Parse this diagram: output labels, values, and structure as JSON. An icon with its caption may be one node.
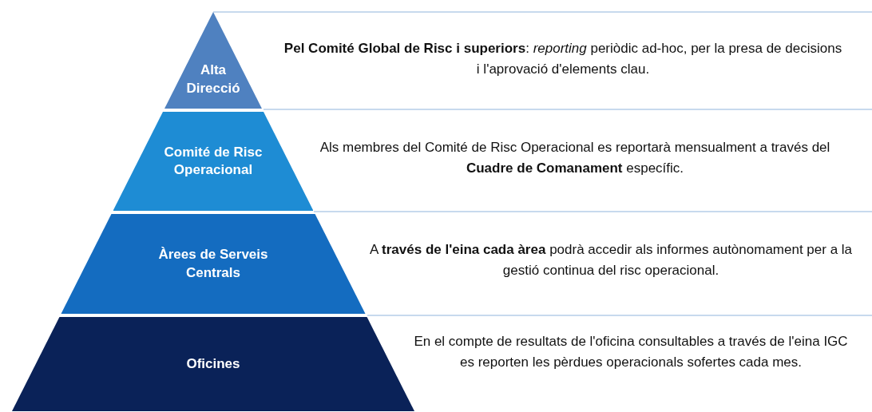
{
  "diagram": {
    "nodes": [
      {
        "text": [
          "Alta Direcció"
        ],
        "beside": [
          "**Pel Comité Global de Risc i superiors**: *reporting* periòdic ad-hoc, per la presa de decisions i l'aprovació d'elements clau."
        ]
      },
      {
        "text": [
          "Comité de Risc Operacional"
        ],
        "beside": [
          "Als membres del Comité de Risc Operacional es reportarà mensualment a través del **Cuadre de Comanament** específic."
        ]
      },
      {
        "text": [
          "Àrees de Serveis Centrals"
        ],
        "beside": [
          "A **través de l'eina cada àrea** podrà accedir als informes autònomament per a la gestió continua del risc operacional."
        ]
      },
      {
        "text": [
          "Oficines"
        ],
        "beside": [
          "En el compte de resultats de l'oficina consultables a través de l'eina IGC es reporten les pèrdues operacionals sofertes cada mes."
        ]
      }
    ]
  }
}
